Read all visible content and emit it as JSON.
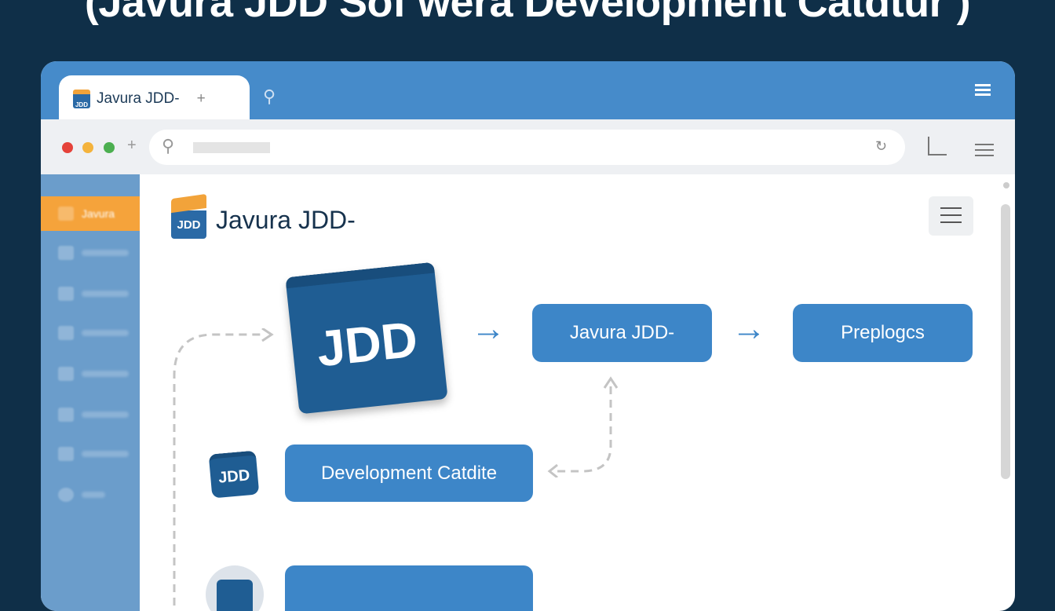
{
  "headline": "(Javura JDD Sof wera Development Catdtur )",
  "browser": {
    "tab_title": "Javura JDD-",
    "tab_plus": "+",
    "toolbar_plus": "+",
    "colors": {
      "tabbar": "#468bca",
      "close": "#e5423a",
      "minimize": "#f4b33c",
      "maximize": "#4caf50"
    }
  },
  "sidebar": {
    "active_label": "Javura",
    "accent": "#f5a33b",
    "items": [
      {
        "icon": "document-icon"
      },
      {
        "icon": "grid-icon"
      },
      {
        "icon": "home-icon"
      },
      {
        "icon": "monitor-icon"
      },
      {
        "icon": "folder-icon"
      },
      {
        "icon": "calendar-icon"
      },
      {
        "icon": "user-icon"
      }
    ]
  },
  "page": {
    "title": "Javura JDD-",
    "logo_text": "JDD"
  },
  "flow": {
    "main_icon": "JDD",
    "box1": "Javura JDD-",
    "box2": "Preplogcs",
    "small_icon": "JDD",
    "box3": "Development Catdite"
  }
}
